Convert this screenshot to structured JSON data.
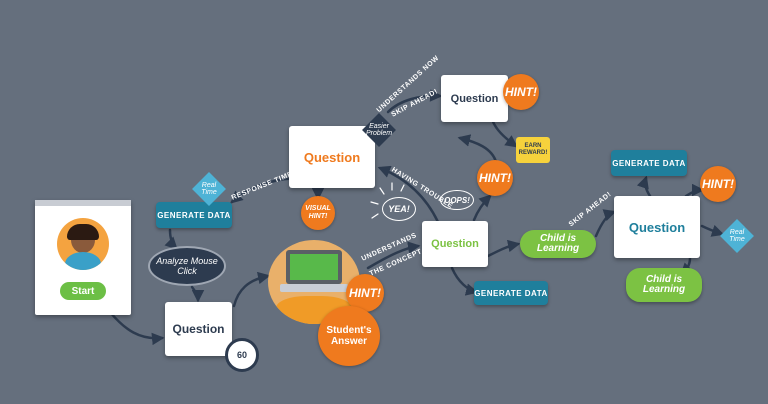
{
  "nodes": {
    "start": "Start",
    "q1": "Question",
    "q2": "Question",
    "q3": "Question",
    "q4": "Question",
    "q5": "Question",
    "timer": "60",
    "gen1": "GENERATE DATA",
    "gen2": "GENERATE DATA",
    "gen3": "GENERATE DATA",
    "hint_student": "HINT!",
    "hint_top": "HINT!",
    "hint_mid": "HINT!",
    "hint_right": "HINT!",
    "visual_hint": "VISUAL HINT!",
    "earn_reward": "EARN REWARD!",
    "easier_problem": "Easier Problem",
    "analyze": "Analyze Mouse Click",
    "students_answer": "Student's Answer",
    "real_time_1": "Real Time",
    "real_time_2": "Real Time",
    "yea": "YEA!",
    "oops": "OOPS!",
    "child_learning_1": "Child is Learning",
    "child_learning_2": "Child is Learning"
  },
  "labels": {
    "response_time": "RESPONSE TIME",
    "understands_now": "UNDERSTANDS NOW",
    "skip_ahead_1": "SKIP AHEAD!",
    "having_trouble": "HAVING TROUBLE",
    "understands_concept_1": "UNDERSTANDS",
    "understands_concept_2": "THE CONCEPT",
    "skip_ahead_2": "SKIP AHEAD!"
  },
  "colors": {
    "background": "#656f7d",
    "question_blue": "#2d3b4f",
    "question_orange": "#ef7a1e",
    "question_green": "#7cc243",
    "question_teal": "#1f7f9c",
    "hint": "#ef7a1e",
    "generate_data": "#1f7f9c",
    "learning": "#7cc243",
    "reward": "#f6d23c",
    "dark": "#2d3b4f"
  }
}
